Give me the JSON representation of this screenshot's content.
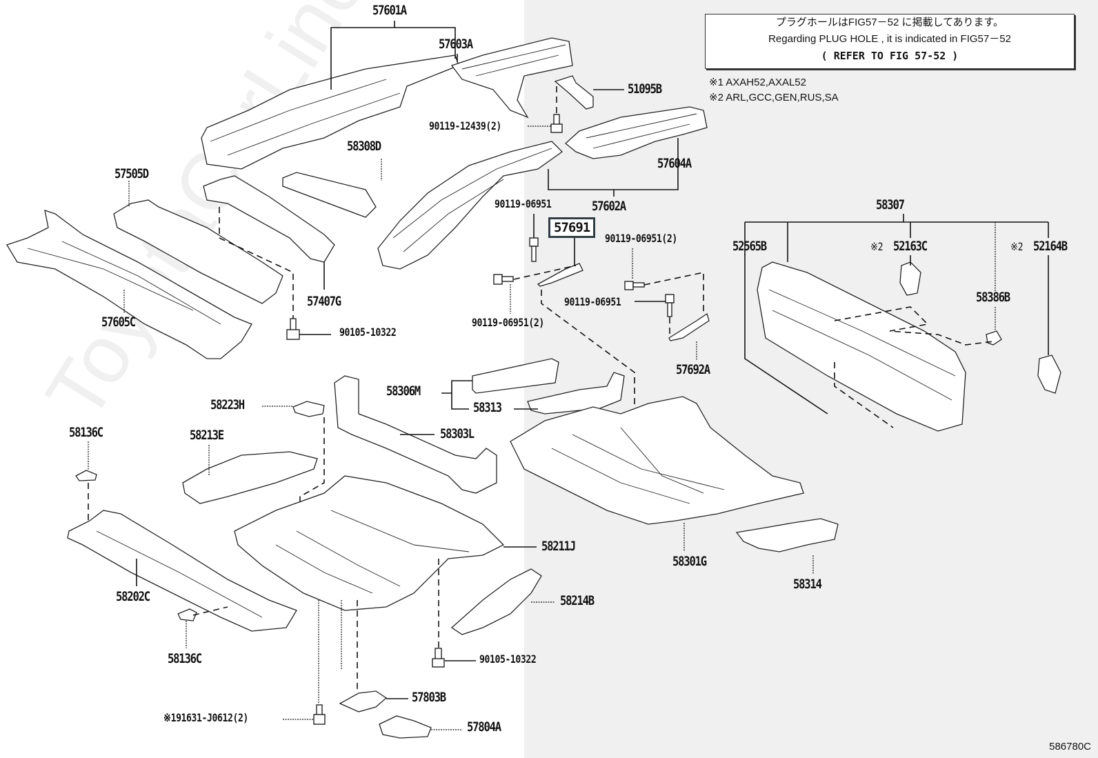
{
  "diagram": {
    "figure_id": "586780C",
    "watermark": "ToyotaCarLine.ru",
    "highlight_color": "#2f3e46",
    "notes": {
      "jp": "プラグホールはFIG57－52 に掲載してあります。",
      "en": "Regarding  PLUG  HOLE  ,  it  is  indicated  in  FIG57－52",
      "ref": "(   REFER TO FIG 57-52   )",
      "footnote1": "※1   AXAH52,AXAL52",
      "footnote2": "※2   ARL,GCC,GEN,RUS,SA"
    },
    "parts": {
      "p57601A": "57601A",
      "p57603A": "57603A",
      "p51095B": "51095B",
      "p90119_12439": "90119-12439(2)",
      "p57604A": "57604A",
      "p58308D": "58308D",
      "p57602A": "57602A",
      "p90119_06951_top": "90119-06951",
      "p57691": "57691",
      "p90119_06951_2a": "90119-06951(2)",
      "p90119_06951_mid": "90119-06951",
      "p90119_06951_2b": "90119-06951(2)",
      "p57692A": "57692A",
      "p57505D": "57505D",
      "p57407G": "57407G",
      "p57605C": "57605C",
      "p90105_10322_a": "90105-10322",
      "p58307": "58307",
      "p52565B": "52565B",
      "p52163C_mark": "※2",
      "p52163C": "52163C",
      "p52164B_mark": "※2",
      "p52164B": "52164B",
      "p58386B": "58386B",
      "p58306M": "58306M",
      "p58313": "58313",
      "p58223H": "58223H",
      "p58303L": "58303L",
      "p58136C_top": "58136C",
      "p58213E": "58213E",
      "p58211J": "58211J",
      "p58301G": "58301G",
      "p58314": "58314",
      "p58202C": "58202C",
      "p58214B": "58214B",
      "p58136C_bot": "58136C",
      "p90105_10322_b": "90105-10322",
      "p57803B": "57803B",
      "p191631": "※191631-J0612(2)",
      "p57804A": "57804A"
    }
  }
}
